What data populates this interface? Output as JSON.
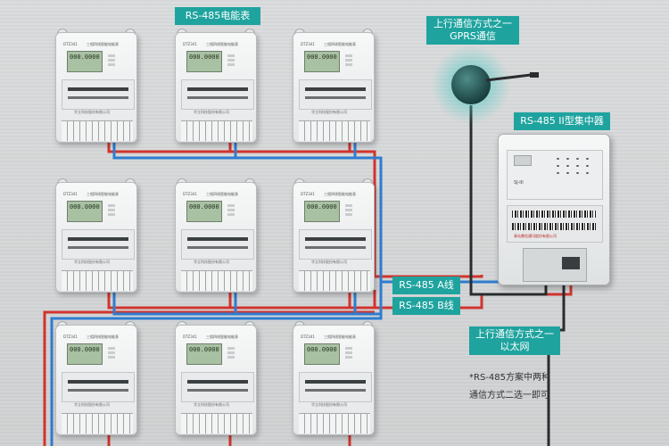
{
  "labels": {
    "meter_group": "RS-485电能表",
    "gprs": "上行通信方式之一\nGPRS通信",
    "concentrator": "RS-485 II型集中器",
    "line_a": "RS-485 A线",
    "line_b": "RS-485 B线",
    "ethernet": "上行通信方式之一\n以太网"
  },
  "note": {
    "line1": "*RS-485方案中两种",
    "line2": "通信方式二选一即可"
  },
  "meter": {
    "lcd_text": "000.0000",
    "brand": "DTZ341",
    "title": "三相四线智能电能表",
    "maker": "华立科技股份有限公司"
  },
  "concentrator_panel": {
    "model": "SJ-III",
    "maker": "青岛鼎信通讯股份有限公司"
  },
  "colors": {
    "accent": "#1fa39f",
    "wire_a": "#d1342f",
    "wire_b": "#2f7ccf",
    "cable": "#2a2d2f"
  }
}
